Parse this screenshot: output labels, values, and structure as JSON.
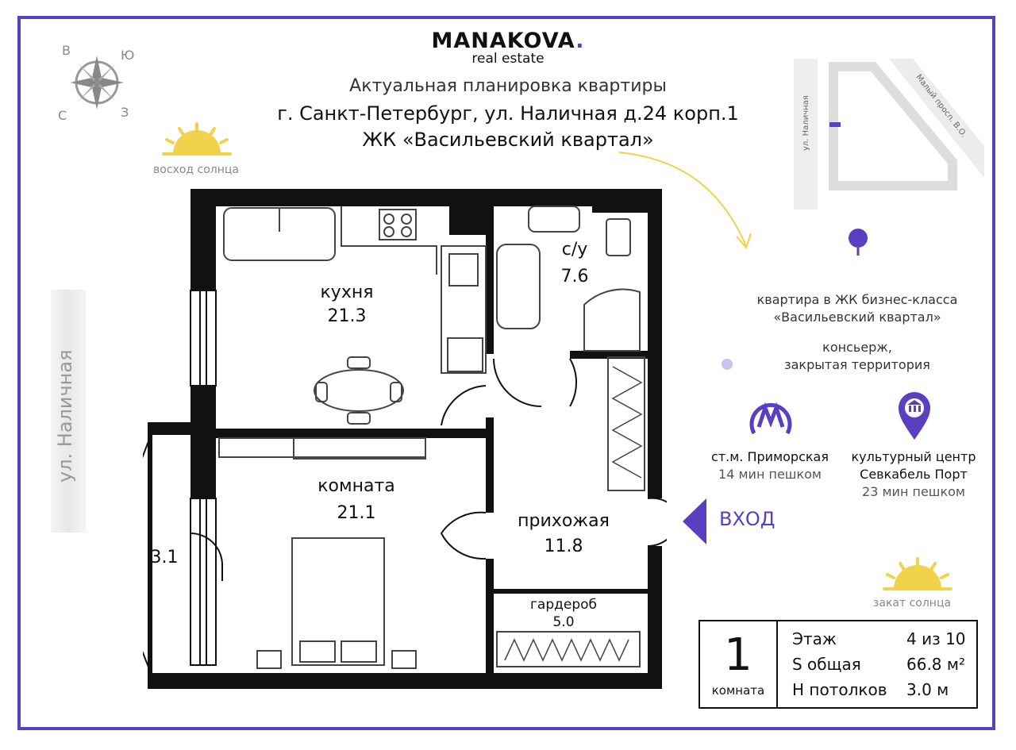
{
  "brand": {
    "name": "MANAKOVA",
    "dot": ".",
    "sub": "real estate"
  },
  "title": {
    "line1": "Актуальная  планировка квартиры",
    "line2": "г. Санкт-Петербург, ул. Наличная д.24 корп.1",
    "line3": "ЖК «Васильевский квартал»"
  },
  "compass": {
    "n": "В",
    "e": "Ю",
    "s": "З",
    "w": "С"
  },
  "sunrise": "восход солнца",
  "sunset": "закат солнца",
  "street_left": "ул. Наличная",
  "minimap": {
    "street_v": "ул. Наличная",
    "street_d": "Малый просп. В.О."
  },
  "rooms": {
    "kitchen": {
      "name": "кухня",
      "area": "21.3"
    },
    "bath": {
      "name": "с/у",
      "area": "7.6"
    },
    "room": {
      "name": "комната",
      "area": "21.1"
    },
    "hall": {
      "name": "прихожая",
      "area": "11.8"
    },
    "wardrobe": {
      "name": "гардероб",
      "area": "5.0"
    },
    "balcony": {
      "area": "3.1"
    }
  },
  "entrance": "ВХОД",
  "info": {
    "line1": "квартира в ЖК бизнес-класса",
    "line2": "«Васильевский квартал»",
    "line3": "консьерж,",
    "line4": "закрытая территория",
    "metro_name": "ст.м. Приморская",
    "metro_time": "14 мин пешком",
    "culture_1": "культурный центр",
    "culture_2": "Севкабель Порт",
    "culture_time": "23 мин пешком"
  },
  "stats": {
    "rooms_count": "1",
    "rooms_label": "комната",
    "floor_label": "Этаж",
    "floor_value": "4 из 10",
    "area_label": "S общая",
    "area_value": "66.8 м²",
    "ceiling_label": "Н потолков",
    "ceiling_value": "3.0 м"
  },
  "colors": {
    "accent": "#5a3fc0",
    "sun": "#f2d24a",
    "wall": "#111111"
  }
}
